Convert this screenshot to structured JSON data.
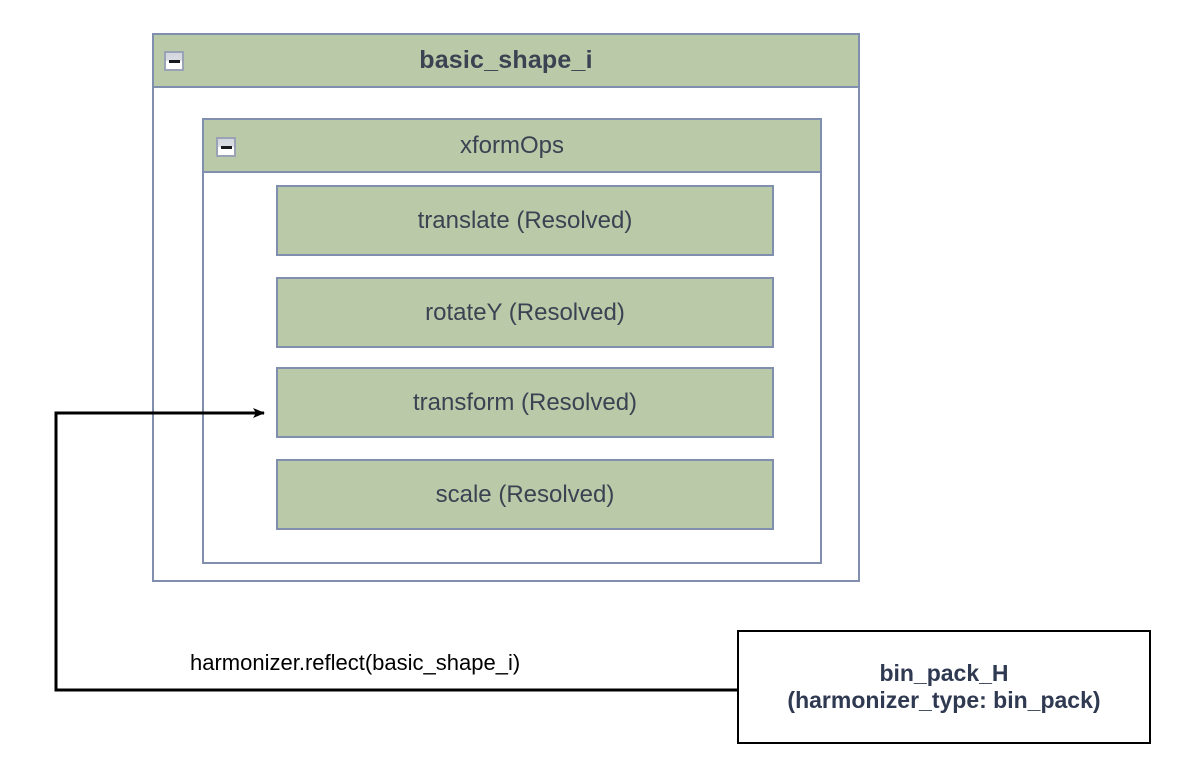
{
  "diagram": {
    "title": "basic_shape_i",
    "outer_group": {
      "label": "basic_shape_i",
      "toggle_icon": "collapse-minus-icon",
      "toggle_state": "expanded"
    },
    "inner_group": {
      "label": "xformOps",
      "toggle_icon": "collapse-minus-icon",
      "toggle_state": "expanded"
    },
    "ops": [
      {
        "label": "translate (Resolved)",
        "name": "translate",
        "status": "Resolved"
      },
      {
        "label": "rotateY (Resolved)",
        "name": "rotateY",
        "status": "Resolved"
      },
      {
        "label": "transform (Resolved)",
        "name": "transform",
        "status": "Resolved"
      },
      {
        "label": "scale (Resolved)",
        "name": "scale",
        "status": "Resolved"
      }
    ],
    "external_node": {
      "line1": "bin_pack_H",
      "line2": "(harmonizer_type: bin_pack)"
    },
    "edge": {
      "label": "harmonizer.reflect(basic_shape_i)",
      "from": "bin_pack_H",
      "to": "transform (Resolved)",
      "arrow_icon": "arrowhead-right-icon"
    },
    "colors": {
      "node_fill": "#bacaa8",
      "node_border": "#7f8fad",
      "container_fill": "#ffffff",
      "text": "#3b4252",
      "external_border": "#000000",
      "external_text": "#2f3a52",
      "edge_stroke": "#000000"
    }
  }
}
